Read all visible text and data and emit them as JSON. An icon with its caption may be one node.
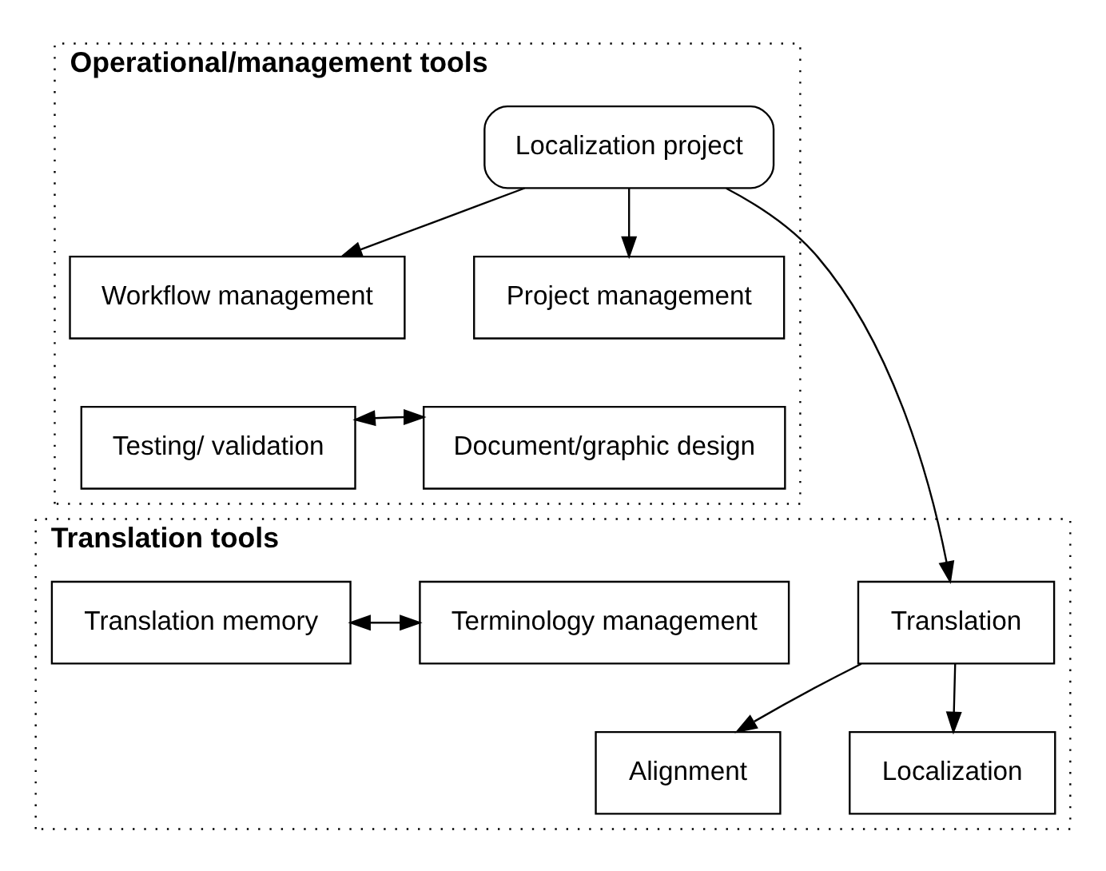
{
  "diagram": {
    "nodes": [
      {
        "text": [
          "Operational/management tools"
        ]
      },
      {
        "text": [
          "Project management"
        ],
        "in": 0
      },
      {
        "text": [
          "Localization project"
        ],
        "in": 0
      },
      {
        "text": [
          "Workflow management"
        ],
        "in": 0
      },
      {
        "text": [
          "Document/graphic design"
        ],
        "in": 0
      },
      {
        "text": [
          "Testing/ validation"
        ],
        "in": 0
      },
      {
        "text": [
          "Translation tools"
        ]
      },
      {
        "text": [
          "Translation"
        ],
        "in": 6
      },
      {
        "text": [
          "Terminology management"
        ],
        "in": 6
      },
      {
        "text": [
          "Translation memory"
        ],
        "in": 6
      },
      {
        "text": [
          "Alignment"
        ],
        "in": 6
      },
      {
        "text": [
          "Localization"
        ],
        "in": 6
      }
    ],
    "edges": [
      {
        "from": 2,
        "to": 1,
        "arrow": "to"
      },
      {
        "from": 2,
        "to": 3,
        "arrow": "to"
      },
      {
        "from": 4,
        "to": 5,
        "arrow": "both"
      },
      {
        "from": 2,
        "to": 7,
        "arrow": "to"
      },
      {
        "from": 8,
        "to": 9,
        "arrow": "both"
      },
      {
        "from": 7,
        "to": 10,
        "arrow": "to"
      },
      {
        "from": 7,
        "to": 11,
        "arrow": "to"
      }
    ]
  }
}
